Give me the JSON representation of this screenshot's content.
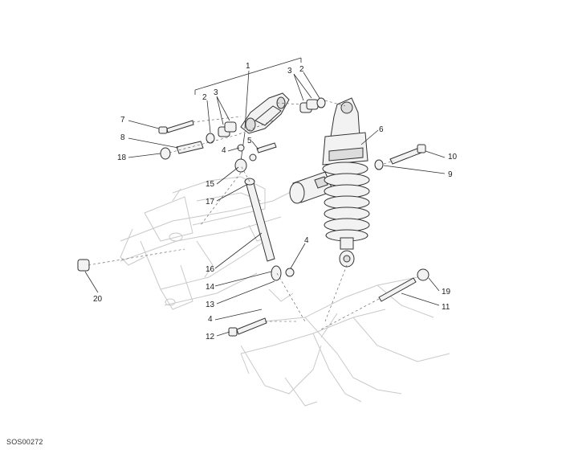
{
  "diagram_code": "SOS00272",
  "callouts": [
    "1",
    "2",
    "2",
    "3",
    "3",
    "4",
    "4",
    "4",
    "5",
    "6",
    "7",
    "8",
    "9",
    "10",
    "11",
    "12",
    "13",
    "14",
    "15",
    "16",
    "17",
    "18",
    "19",
    "20"
  ]
}
